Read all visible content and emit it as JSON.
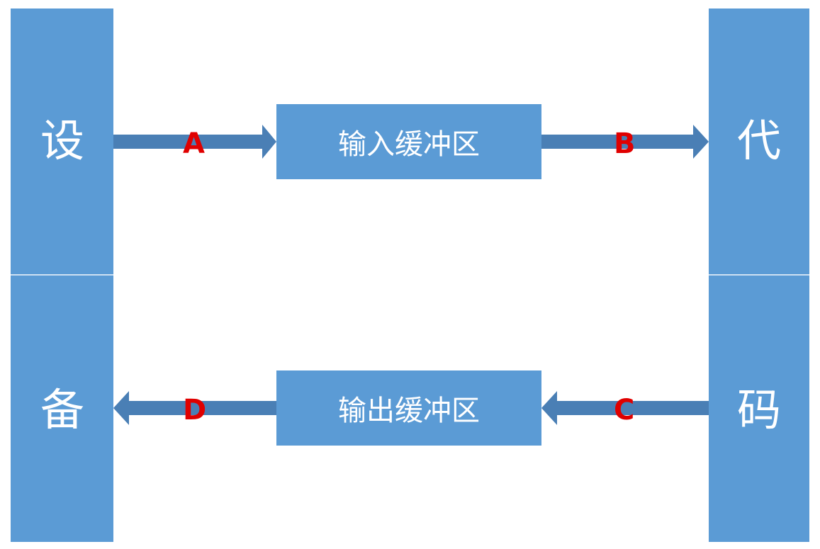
{
  "device": {
    "char_top": "设",
    "char_bottom": "备"
  },
  "code": {
    "char_top": "代",
    "char_bottom": "码"
  },
  "input_buffer": {
    "label": "输入缓冲区"
  },
  "output_buffer": {
    "label": "输出缓冲区"
  },
  "arrows": [
    {
      "id": "A",
      "label": "A",
      "from": "device",
      "to": "input_buffer"
    },
    {
      "id": "B",
      "label": "B",
      "from": "input_buffer",
      "to": "code"
    },
    {
      "id": "C",
      "label": "C",
      "from": "code",
      "to": "output_buffer"
    },
    {
      "id": "D",
      "label": "D",
      "from": "output_buffer",
      "to": "device"
    }
  ],
  "colors": {
    "box": "#5b9bd5",
    "arrow": "#4a7fb5",
    "label": "#e00000",
    "text": "#ffffff"
  }
}
